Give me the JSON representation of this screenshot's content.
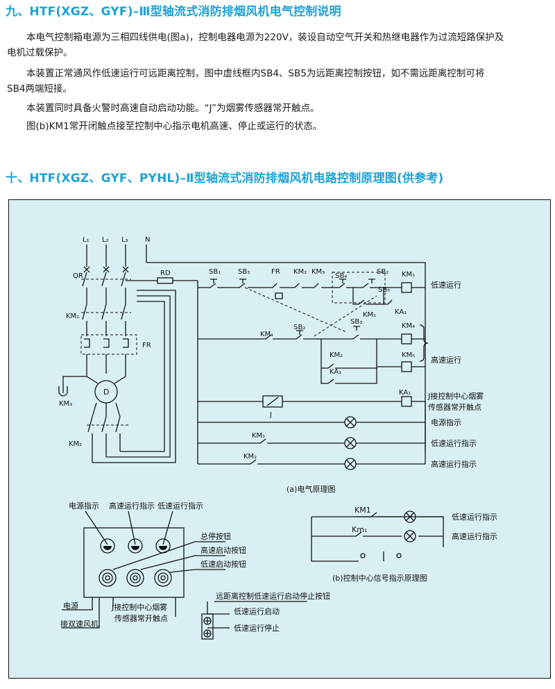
{
  "sec9": {
    "title": "九、HTF(XGZ、GYF)–Ⅲ型轴流式消防排烟风机电气控制说明",
    "p1a": "本电气控制箱电源为三相四线供电(图a)，控制电器电源为220V，装设自动空气开关和热继电器作为过流短路保护及",
    "p1b": "电机过载保护。",
    "p2a": "本装置正常通风作低速运行可远距离控制，图中虚线框内SB4、SB5为远距离控制按钮，如不需远距离控制可将",
    "p2b": "SB4两端短接。",
    "p3": "本装置同时具备火警时高速自动启动功能。“J”为烟雾传感器常开触点。",
    "p4": "图(b)KM1常开闭触点接至控制中心指示电机高速、停止或运行的状态。"
  },
  "sec10": {
    "title": "十、HTF(XGZ、GYF、PYHL)–Ⅱ型轴流式消防排烟风机电路控制原理图(供参考)"
  },
  "diagram_a": {
    "caption": "(a)电气原理图",
    "phases": [
      "L₁",
      "L₂",
      "L₃",
      "N"
    ],
    "labels": {
      "qr": "QR",
      "km1": "KM₁",
      "fr": "FR",
      "km3": "KM₃",
      "km2": "KM₂",
      "motor": "D",
      "rd": "RD",
      "sb1": "SB₁",
      "sb3": "SB₃",
      "fr_top": "FR",
      "km2_top": "KM₂",
      "km3_top": "KM₃",
      "sb4": "SB₄",
      "sb2": "SB₂",
      "sb5": "SB₅",
      "km1_coil": "KM₁",
      "ka1_c": "KA₁",
      "km1_c": "KM₁",
      "sb2_b": "SB₂",
      "sb3_b": "SB₃",
      "km1_b": "KM₁",
      "km4_coil": "KM₄",
      "km2_b": "KM₂",
      "ka1_b": "KA₁",
      "km5_coil": "KM₅",
      "ka1_coil": "KA₁",
      "j": "J",
      "km1_d": "KM₁",
      "km2_d": "KM₂"
    },
    "right_labels": {
      "low_run": "低速运行",
      "high_run": "高速运行",
      "j_line1": "J接控制中心烟雾",
      "j_line2": "传感器常开触点",
      "power_ind": "电源指示",
      "low_ind": "低速运行指示",
      "high_ind": "高速运行指示"
    }
  },
  "diagram_b": {
    "caption": "(b)控制中心信号指示原理图",
    "km1": "KM1",
    "km1_b": "Km₁",
    "low_ind": "低速运行指示",
    "high_ind": "高速运行指示"
  },
  "box": {
    "top_labels": [
      "电源指示",
      "高速运行指示",
      "低速运行指示"
    ],
    "buttons": [
      "总停按钮",
      "高速启动按钮",
      "低速启动按钮"
    ],
    "bottom_left": [
      "电源",
      "接双速风机"
    ],
    "bottom_mid": [
      "J接控制中心烟雾",
      "传感器常开触点"
    ],
    "remote_title": "远距离控制低速运行启动停止按钮",
    "remote_items": [
      "低速运行启动",
      "低速运行停止"
    ]
  },
  "colors": {
    "accent": "#1ea1d6",
    "panel_bg": "#d8f0f3",
    "line": "#111111"
  }
}
